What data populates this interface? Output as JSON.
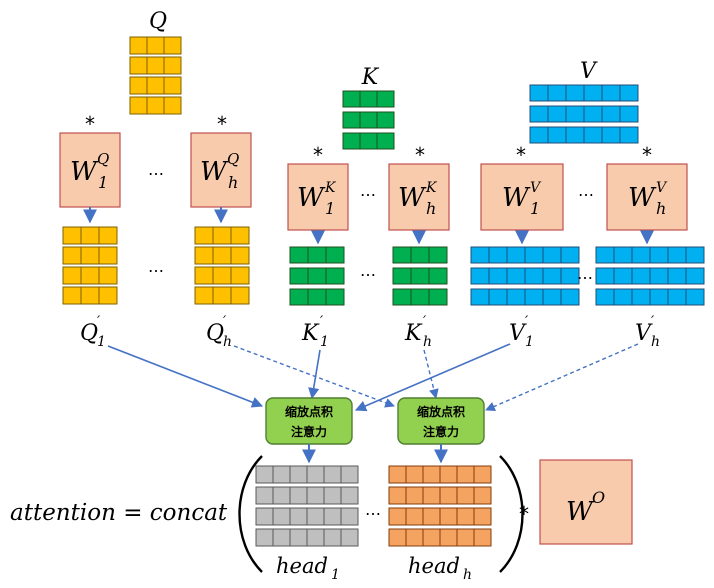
{
  "matrices": {
    "q": {
      "label": "Q",
      "fill": "#FFC000",
      "stroke": "#7F6000"
    },
    "k": {
      "label": "K",
      "fill": "#00B050",
      "stroke": "#1F4E1F"
    },
    "v": {
      "label": "V",
      "fill": "#00B0F0",
      "stroke": "#1F4E79"
    }
  },
  "star": "*",
  "ellipsis": "…",
  "weights": {
    "wq1": {
      "base": "W",
      "sub": "1",
      "sup": "Q"
    },
    "wqh": {
      "base": "W",
      "sub": "h",
      "sup": "Q"
    },
    "wk1": {
      "base": "W",
      "sub": "1",
      "sup": "K"
    },
    "wkh": {
      "base": "W",
      "sub": "h",
      "sup": "K"
    },
    "wv1": {
      "base": "W",
      "sub": "1",
      "sup": "V"
    },
    "wvh": {
      "base": "W",
      "sub": "h",
      "sup": "V"
    },
    "wo": {
      "base": "W",
      "sup": "O"
    }
  },
  "projections": {
    "q1": {
      "base": "Q",
      "sub": "1",
      "prime": "′"
    },
    "qh": {
      "base": "Q",
      "sub": "h",
      "prime": "′"
    },
    "k1": {
      "base": "K",
      "sub": "1",
      "prime": "′"
    },
    "kh": {
      "base": "K",
      "sub": "h",
      "prime": "′"
    },
    "v1": {
      "base": "V",
      "sub": "1",
      "prime": "′"
    },
    "vh": {
      "base": "V",
      "sub": "h",
      "prime": "′"
    }
  },
  "attention_block": {
    "line1": "缩放点积",
    "line2": "注意力",
    "fill": "#92D050",
    "stroke": "#507E32"
  },
  "heads": {
    "head1": {
      "base": "head",
      "sub": "1",
      "fill": "#BFBFBF"
    },
    "headh": {
      "base": "head",
      "sub": "h",
      "fill": "#F4A460"
    }
  },
  "formula": {
    "lhs": "attention",
    "eq": "=",
    "fn": "concat"
  },
  "colors": {
    "weight_fill": "#F8CBAD",
    "weight_stroke": "#C0504D",
    "arrow": "#4472C4"
  }
}
